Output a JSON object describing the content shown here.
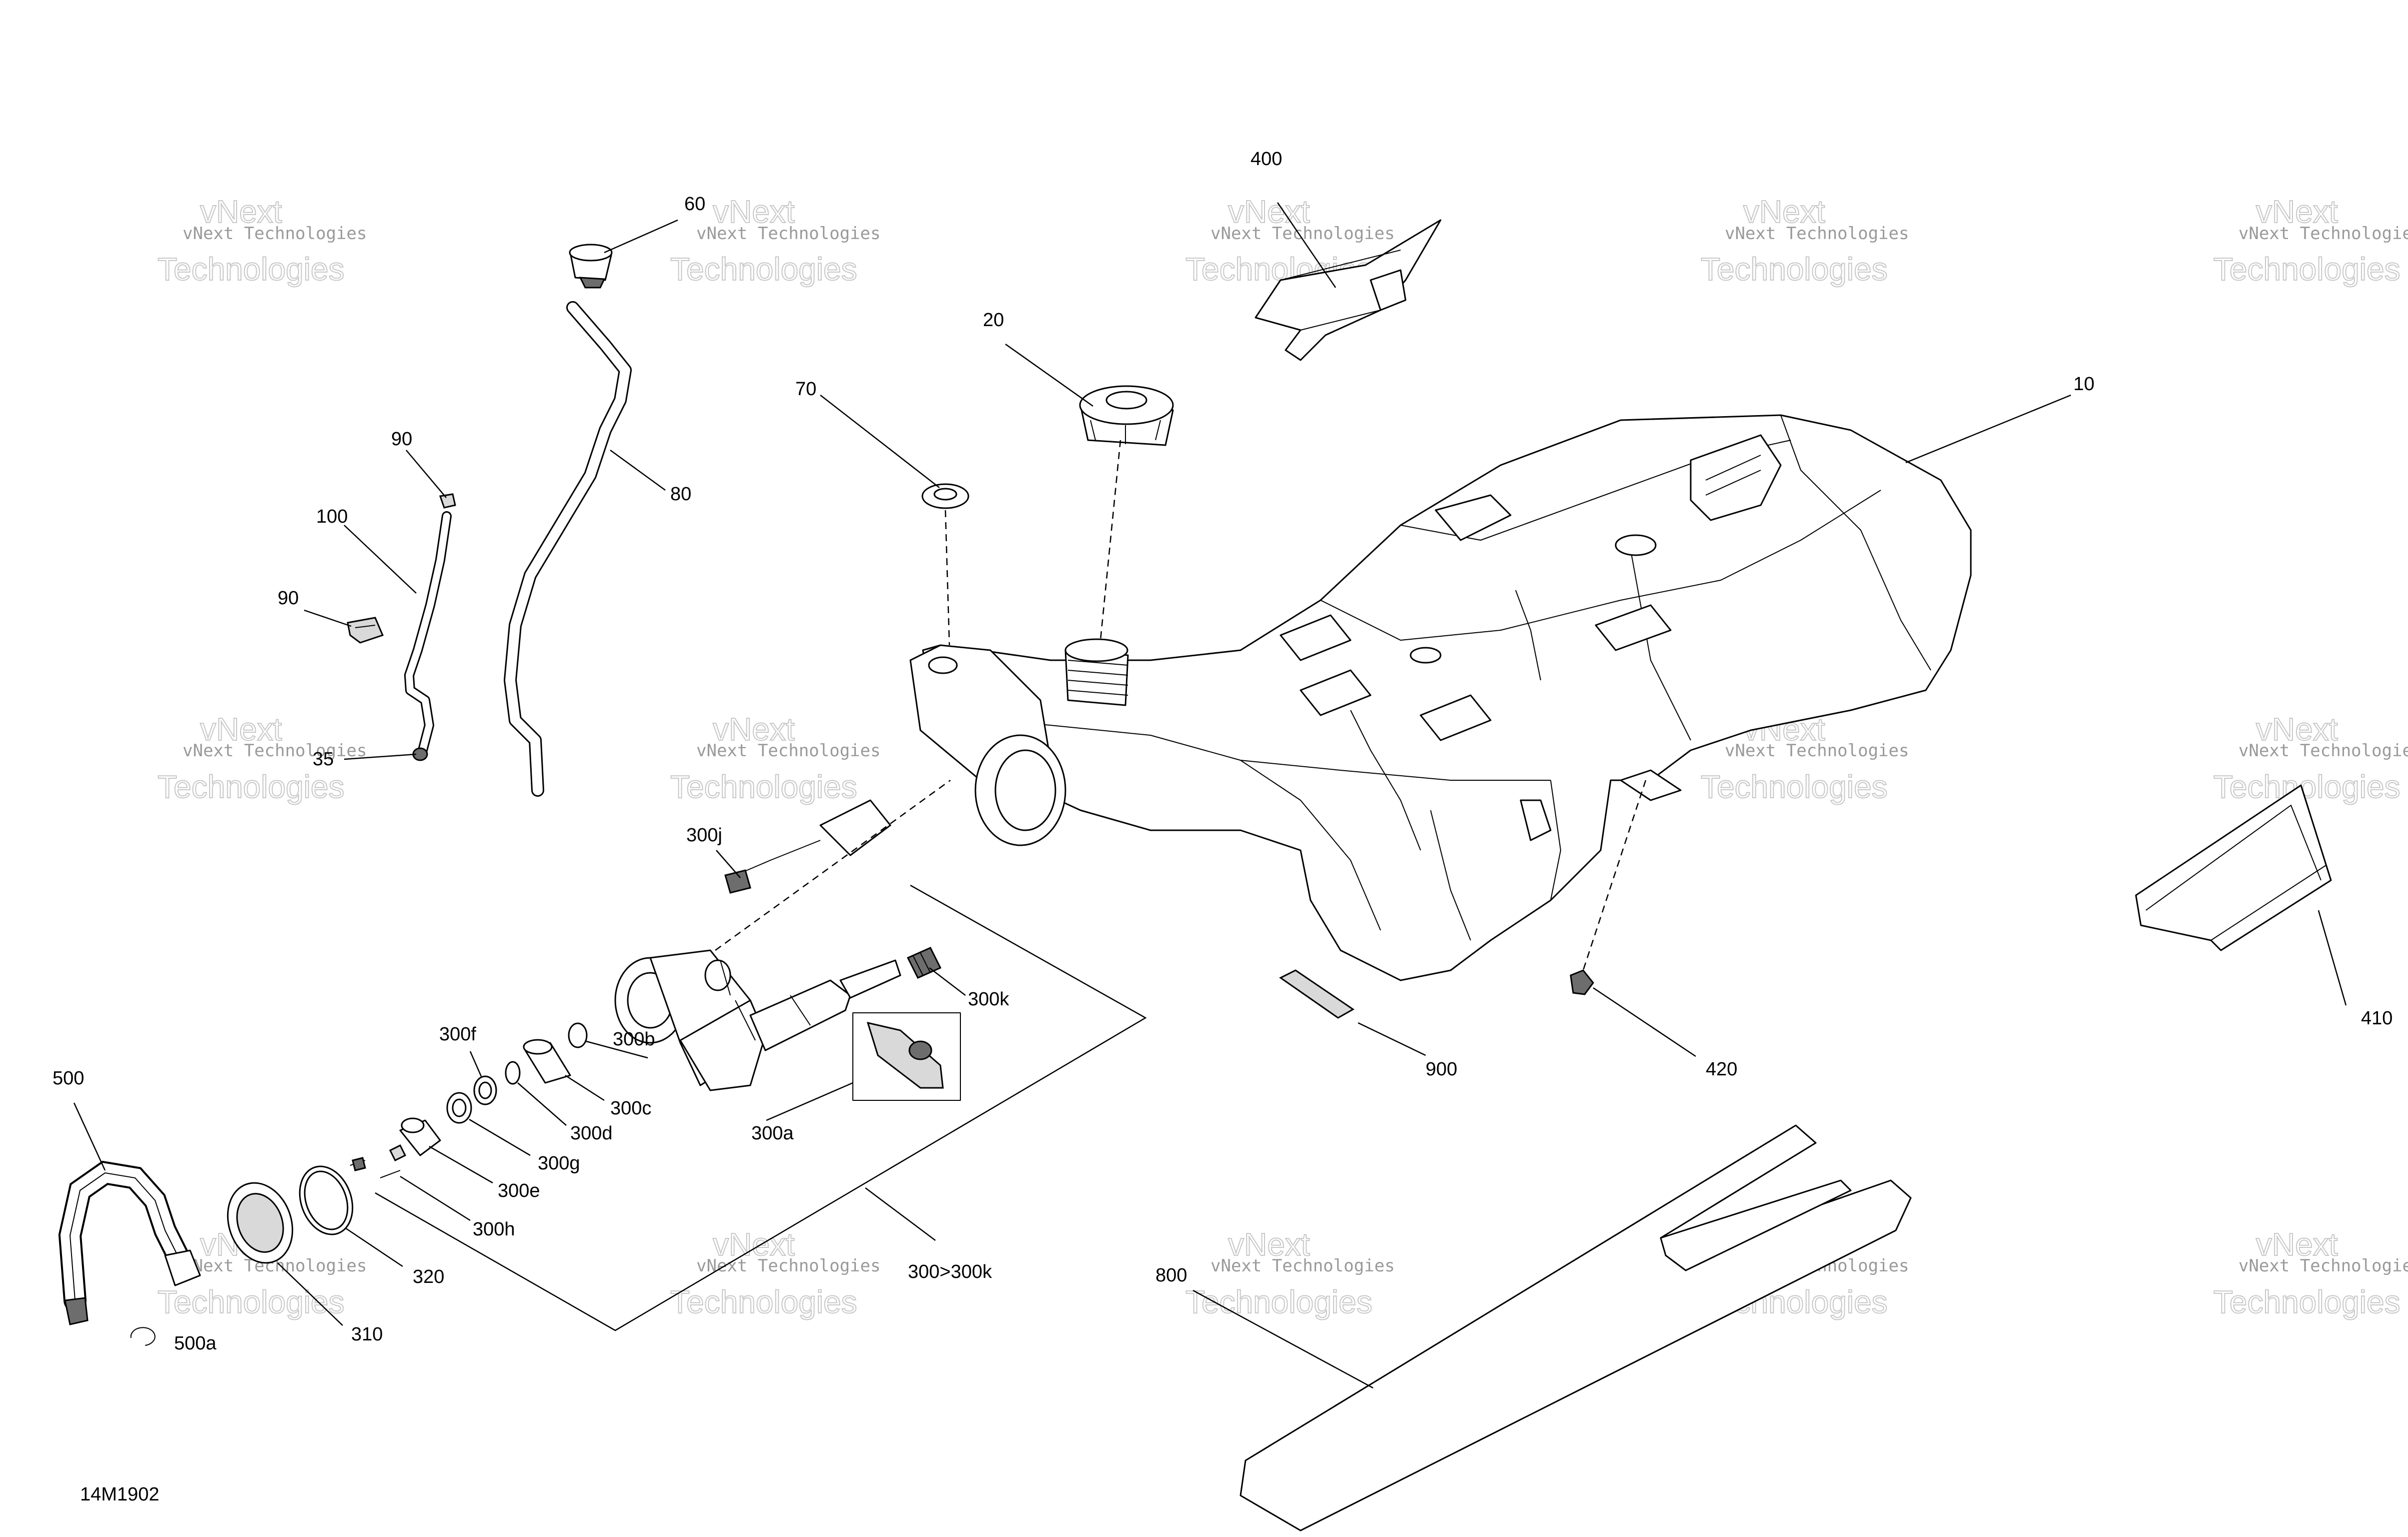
{
  "document_code": "14M1902",
  "watermark": {
    "line_small": "vNext Technologies",
    "line_big_1": "vNext",
    "line_big_2": "Technologies"
  },
  "part_labels": {
    "p10": "10",
    "p20": "20",
    "p35": "35",
    "p60": "60",
    "p70": "70",
    "p80": "80",
    "p90_top": "90",
    "p90_mid": "90",
    "p100": "100",
    "p300a": "300a",
    "p300b": "300b",
    "p300c": "300c",
    "p300d": "300d",
    "p300e": "300e",
    "p300f": "300f",
    "p300g": "300g",
    "p300h": "300h",
    "p300j": "300j",
    "p300k": "300k",
    "p300group": "300>300k",
    "p310": "310",
    "p320": "320",
    "p400": "400",
    "p410": "410",
    "p420": "420",
    "p500": "500",
    "p500a": "500a",
    "p800": "800",
    "p900": "900"
  }
}
